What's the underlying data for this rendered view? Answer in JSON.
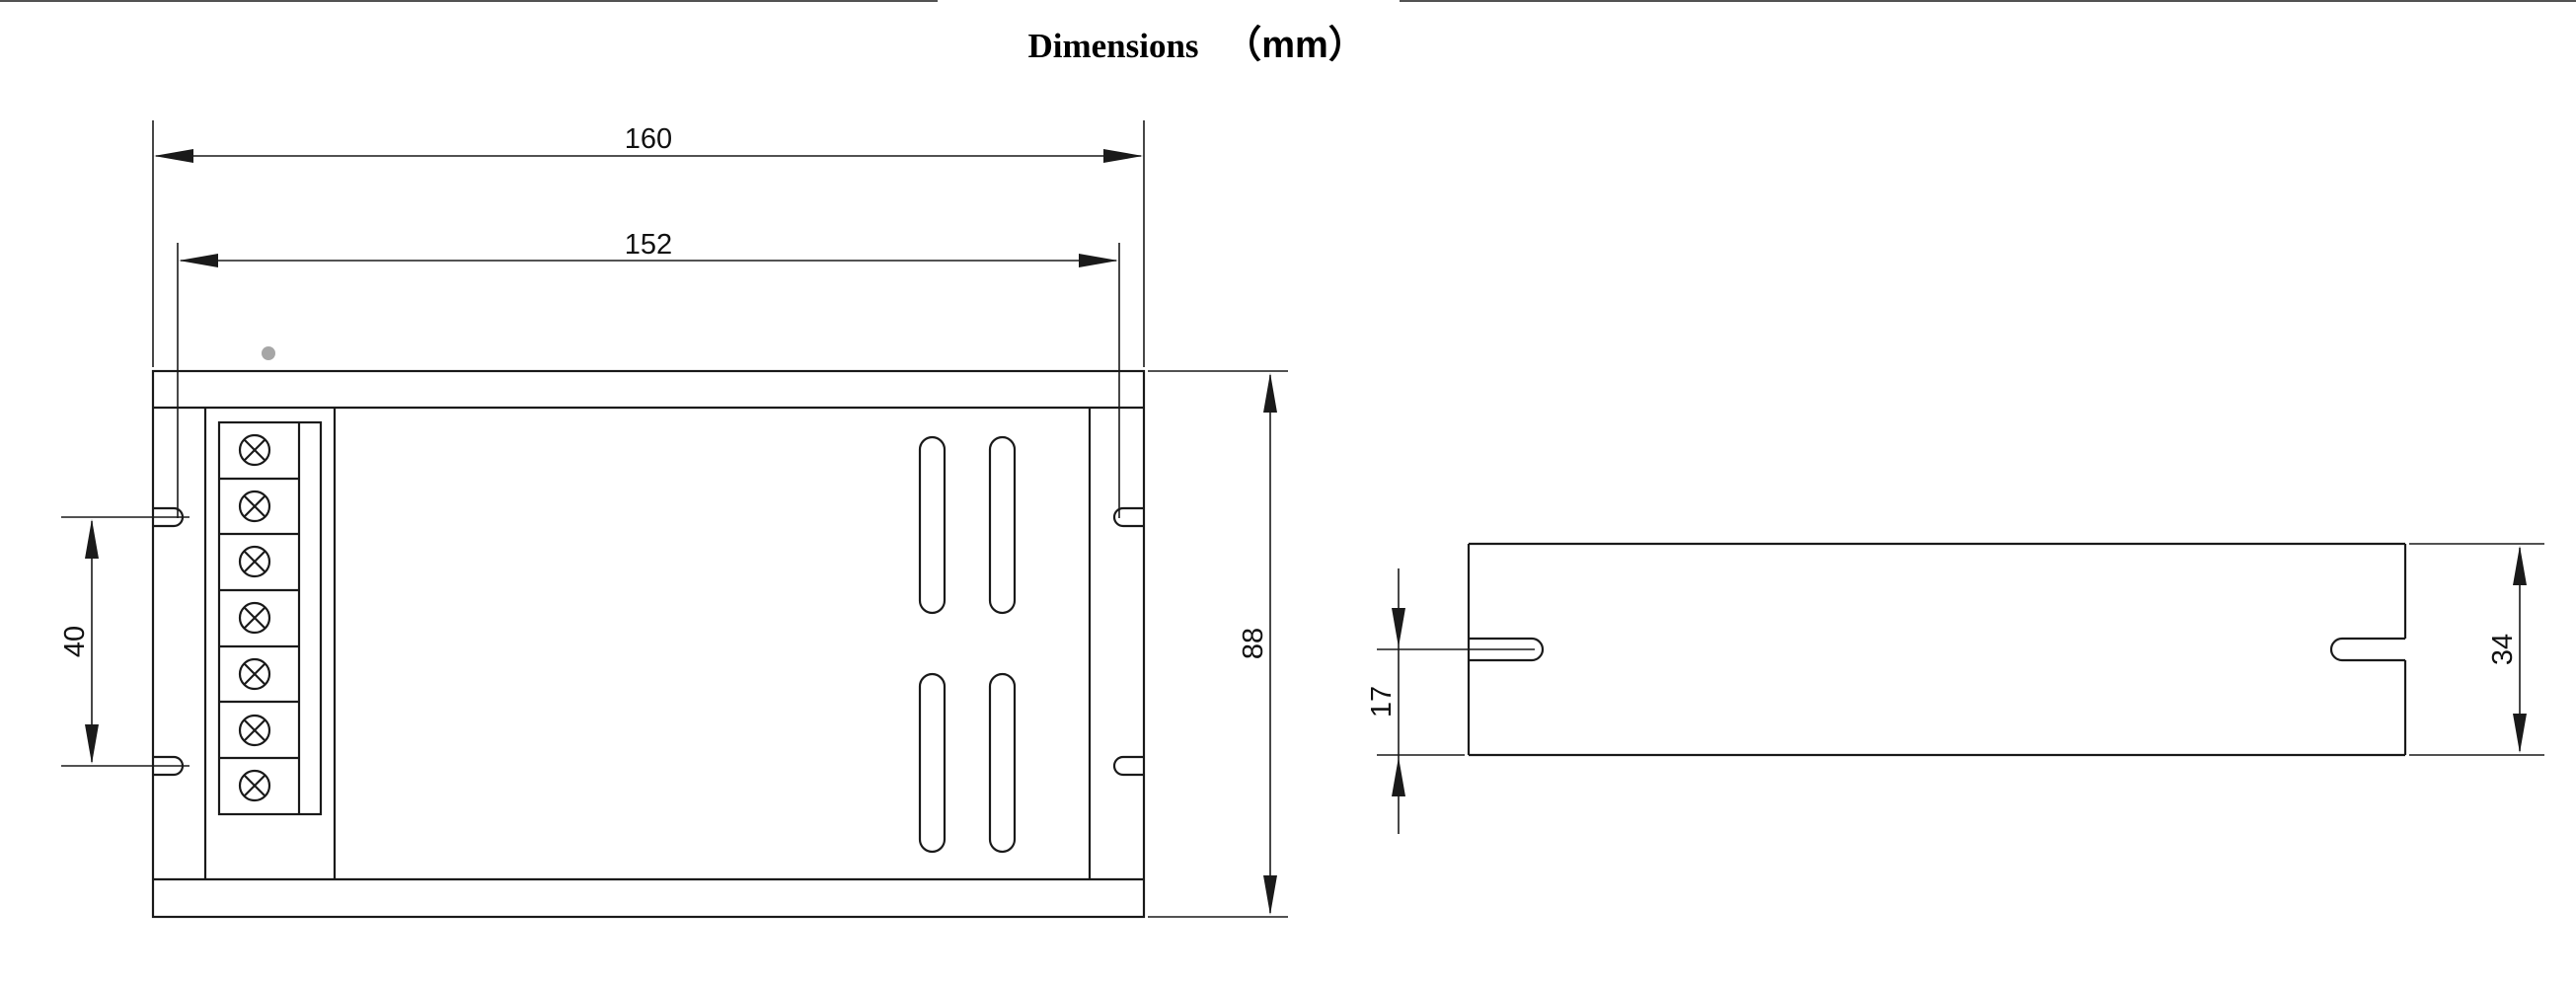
{
  "title": {
    "main": "Dimensions",
    "unit": "（mm）"
  },
  "front_view": {
    "overall_width": "160",
    "hole_spacing_width": "152",
    "overall_height": "88",
    "hole_spacing_height": "40",
    "terminal_count": 7,
    "vent_slot_count": 4
  },
  "side_view": {
    "height": "34",
    "slot_height": "17"
  },
  "colors": {
    "line": "#1a1a1a",
    "background": "#ffffff",
    "marker": "#a6a6a6"
  }
}
